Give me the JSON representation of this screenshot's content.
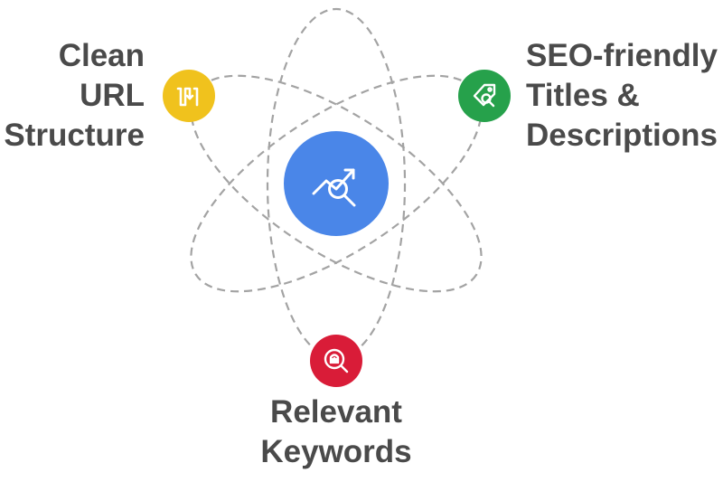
{
  "colors": {
    "orbit": "#a3a3a3",
    "label_text": "#4a4a4a",
    "center": "#4a86e8",
    "url": "#f0c21d",
    "seo": "#26a14b",
    "keywords": "#d91c38",
    "icon": "#ffffff"
  },
  "center": {
    "icon": "seo-analytics-icon"
  },
  "nodes": {
    "url": {
      "icon": "url-path-icon",
      "label_lines": [
        "Clean",
        "URL",
        "Structure"
      ]
    },
    "seo": {
      "icon": "tag-search-icon",
      "label_lines": [
        "SEO-friendly",
        "Titles &",
        "Descriptions"
      ]
    },
    "keywords": {
      "icon": "keyword-search-icon",
      "label_lines": [
        "Relevant",
        "Keywords"
      ]
    }
  }
}
